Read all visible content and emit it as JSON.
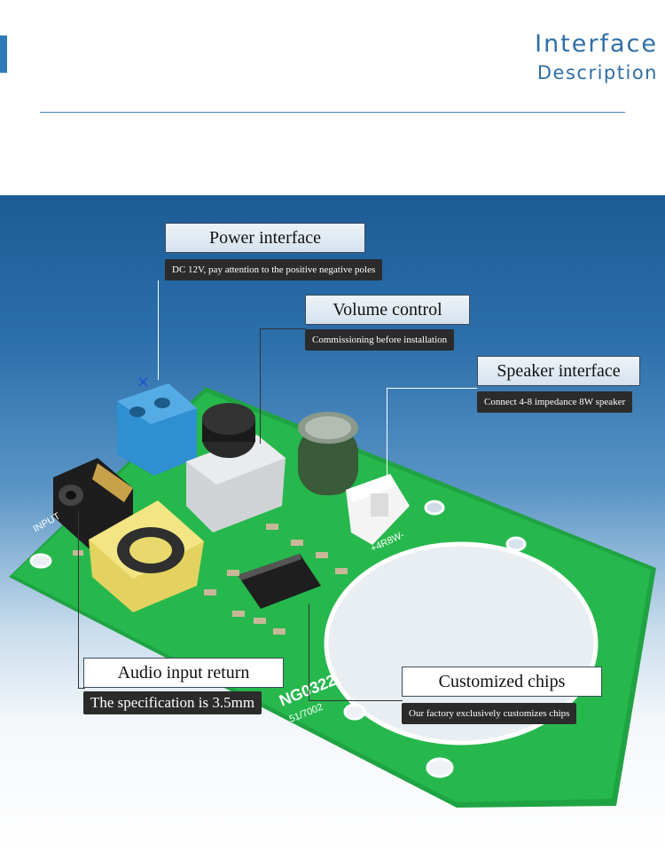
{
  "header": {
    "title_line1": "Interface",
    "title_line2": "Description"
  },
  "colors": {
    "accent": "#2f7ab8",
    "board_green": "#23b04a",
    "terminal_blue": "#2e8fd1"
  },
  "callouts": {
    "power": {
      "title": "Power interface",
      "desc": "DC 12V, pay attention to the positive negative poles"
    },
    "volume": {
      "title": "Volume control",
      "desc": "Commissioning before installation"
    },
    "speaker": {
      "title": "Speaker interface",
      "desc": "Connect 4-8 impedance 8W speaker"
    },
    "audio": {
      "title": "Audio input return",
      "desc": "The specification is 3.5mm"
    },
    "chips": {
      "title": "Customized chips",
      "desc": "Our factory exclusively customizes chips"
    }
  },
  "board_markings": {
    "model": "NG0322",
    "code": "51/7002",
    "input_label": "INPUT",
    "speaker_label": "+4R8W-"
  }
}
